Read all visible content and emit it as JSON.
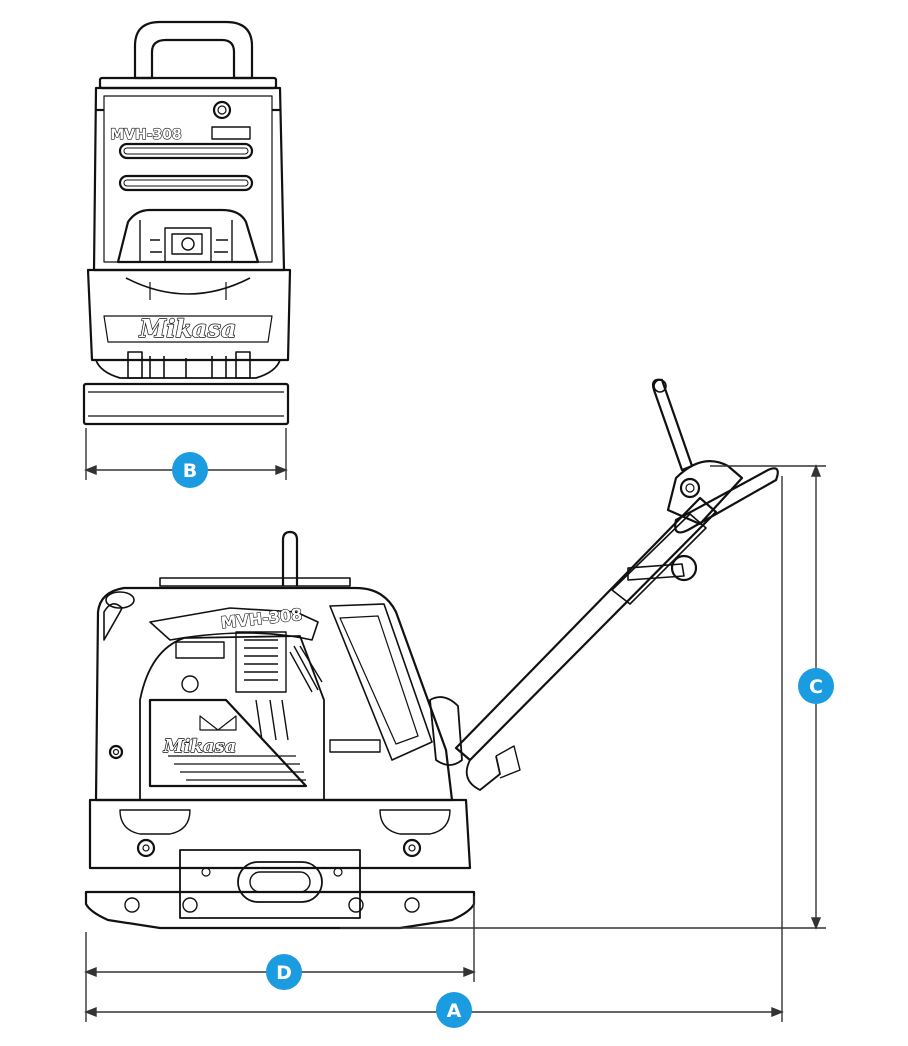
{
  "model_label": "MVH-308",
  "brand_label": "Mikasa",
  "dimension_labels": {
    "a": "A",
    "b": "B",
    "c": "C",
    "d": "D"
  },
  "colors": {
    "badge": "#1b9be0",
    "line": "#111111",
    "dimension_line": "#333333",
    "background": "#ffffff"
  }
}
